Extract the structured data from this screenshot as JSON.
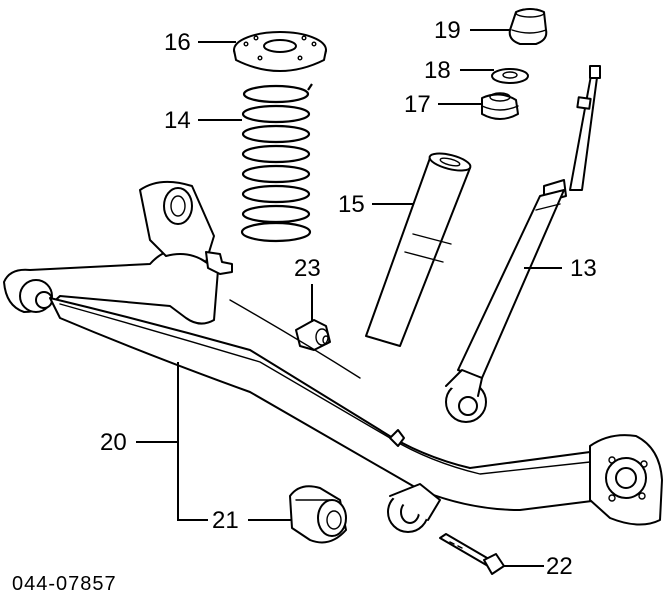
{
  "diagram": {
    "callouts": {
      "c13": "13",
      "c14": "14",
      "c15": "15",
      "c16": "16",
      "c17": "17",
      "c18": "18",
      "c19": "19",
      "c20": "20",
      "c21": "21",
      "c22": "22",
      "c23": "23"
    },
    "reference_number": "044-07857"
  },
  "colors": {
    "ink": "#000000",
    "paper": "#ffffff"
  }
}
